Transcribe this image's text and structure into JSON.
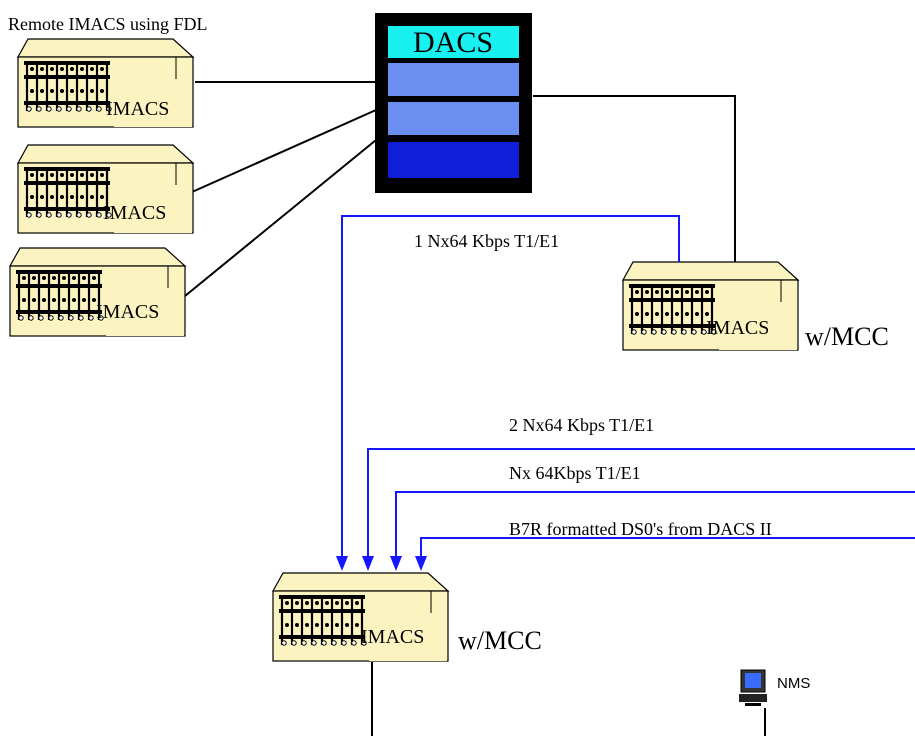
{
  "header": {
    "title": "Remote IMACS using FDL"
  },
  "dacs": {
    "label": "DACS",
    "colors": {
      "frame": "#000000",
      "top": "#19f0f0",
      "mid": "#6b8ff0",
      "bottom": "#0f1fd8"
    }
  },
  "remote_units": [
    {
      "label": "IMACS"
    },
    {
      "label": "IMACS"
    },
    {
      "label": "IMACS"
    }
  ],
  "upper_unit": {
    "label": "IMACS",
    "suffix": "w/MCC"
  },
  "lower_unit": {
    "label": "IMACS",
    "suffix": "w/MCC"
  },
  "links": {
    "link1": "1 Nx64 Kbps T1/E1",
    "link2": "2 Nx64 Kbps T1/E1",
    "link3": "Nx 64Kbps T1/E1",
    "link4": "B7R formatted DS0's from DACS II"
  },
  "nms": {
    "label": "NMS",
    "icon": "computer-terminal-icon"
  },
  "colors": {
    "chassis": "#fbf4c0",
    "line_blue": "#1616ff",
    "line_black": "#000000"
  }
}
